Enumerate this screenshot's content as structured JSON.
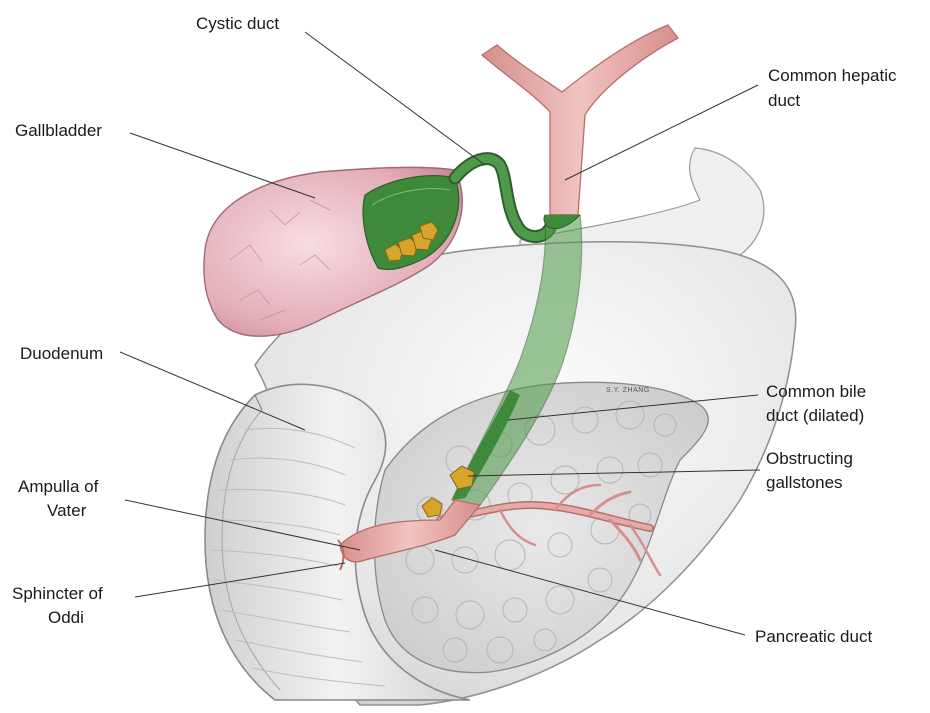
{
  "labels": {
    "cystic_duct": "Cystic duct",
    "gallbladder": "Gallbladder",
    "common_hepatic_duct_1": "Common hepatic",
    "common_hepatic_duct_2": "duct",
    "duodenum": "Duodenum",
    "common_bile_duct_1": "Common bile",
    "common_bile_duct_2": "duct (dilated)",
    "obstructing_gallstones_1": "Obstructing",
    "obstructing_gallstones_2": "gallstones",
    "ampulla_1": "Ampulla of",
    "ampulla_2": "Vater",
    "sphincter_1": "Sphincter of",
    "sphincter_2": "Oddi",
    "pancreatic_duct": "Pancreatic duct"
  },
  "signature": "S.Y. ZHANG",
  "colors": {
    "bile_green": "#3f8a3a",
    "duct_pink": "#e7a9a6",
    "gallbladder_pink": "#e6b7c0",
    "stone_gold": "#d6a52b",
    "leader_line": "#333333",
    "tissue_gray": "#d9d9d9"
  }
}
